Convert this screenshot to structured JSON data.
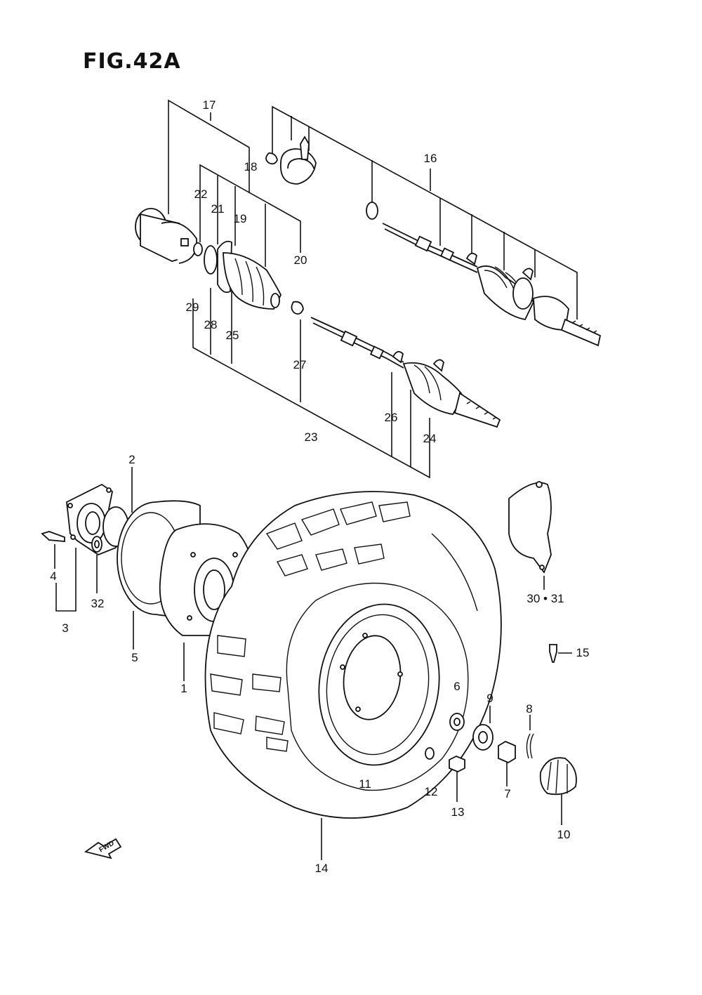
{
  "figure": {
    "title": "FIG.42A"
  },
  "labels": {
    "p1": "1",
    "p2": "2",
    "p3": "3",
    "p4": "4",
    "p5": "5",
    "p6": "6",
    "p7": "7",
    "p8": "8",
    "p9": "9",
    "p10": "10",
    "p11": "11",
    "p12": "12",
    "p13": "13",
    "p14": "14",
    "p15": "15",
    "p16": "16",
    "p17": "17",
    "p18": "18",
    "p19": "19",
    "p20": "20",
    "p21": "21",
    "p22": "22",
    "p23": "23",
    "p24": "24",
    "p25": "25",
    "p26": "26",
    "p27": "27",
    "p28": "28",
    "p29": "29",
    "p30_31": "30 • 31",
    "p32": "32"
  },
  "fwd_arrow": {
    "text": "FWD"
  }
}
